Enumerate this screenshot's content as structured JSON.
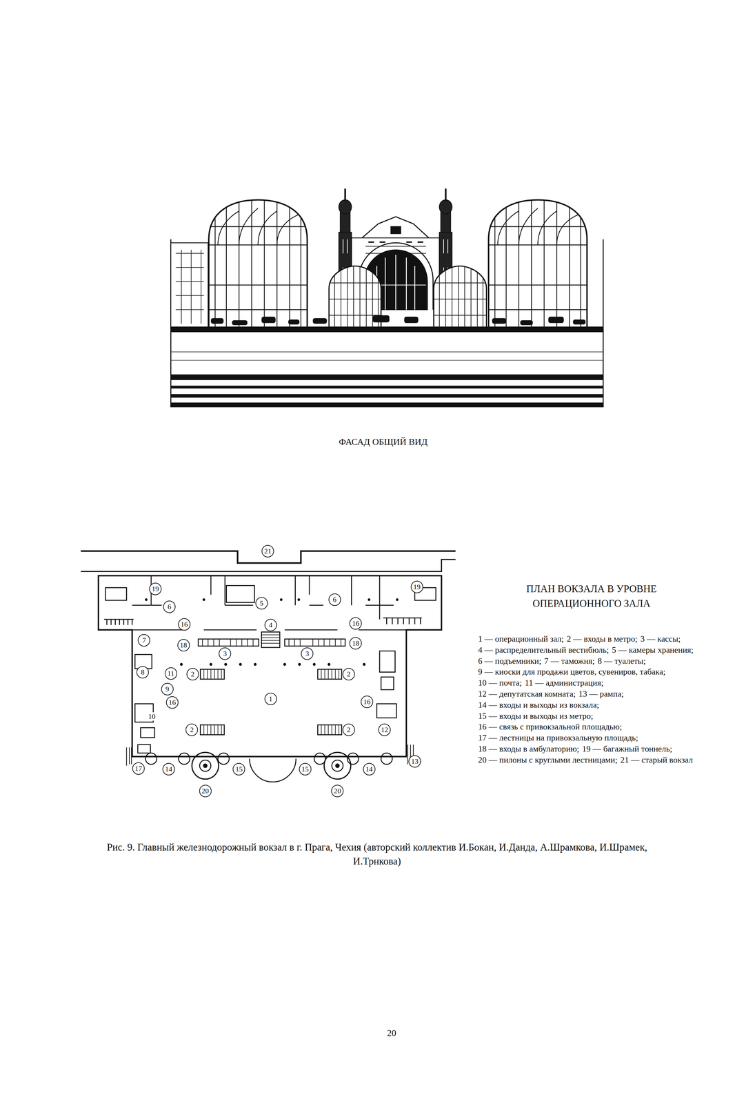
{
  "diagram": {
    "title": "ПЛАН ВОКЗАЛА В УРОВНЕ ОПЕРАЦИОННОГО ЗАЛА",
    "caption": "Рис. 9. Главный железнодорожный вокзал в г. Прага, Чехия (авторский коллектив И.Бокан, И.Данда, А.Шрамкова, И.Шрамек, И.Трнкова)",
    "nodes": [
      {
        "text": [
          "21"
        ]
      },
      {
        "text": [
          "19"
        ]
      },
      {
        "text": [
          "19"
        ]
      },
      {
        "text": [
          "6"
        ]
      },
      {
        "text": [
          "5"
        ]
      },
      {
        "text": [
          "6"
        ]
      },
      {
        "text": [
          "16"
        ]
      },
      {
        "text": [
          "4"
        ]
      },
      {
        "text": [
          "16"
        ]
      },
      {
        "text": [
          "7"
        ]
      },
      {
        "text": [
          "18"
        ]
      },
      {
        "text": [
          "18"
        ]
      },
      {
        "text": [
          "3"
        ]
      },
      {
        "text": [
          "3"
        ]
      },
      {
        "text": [
          "8"
        ]
      },
      {
        "text": [
          "11"
        ]
      },
      {
        "text": [
          "2"
        ]
      },
      {
        "text": [
          "2"
        ]
      },
      {
        "text": [
          "9"
        ]
      },
      {
        "text": [
          "1"
        ]
      },
      {
        "text": [
          "16"
        ]
      },
      {
        "text": [
          "16"
        ]
      },
      {
        "text": [
          "2"
        ]
      },
      {
        "text": [
          "2"
        ]
      },
      {
        "text": [
          "12"
        ]
      },
      {
        "text": [
          "13"
        ]
      },
      {
        "text": [
          "17"
        ]
      },
      {
        "text": [
          "14"
        ]
      },
      {
        "text": [
          "15"
        ]
      },
      {
        "text": [
          "15"
        ]
      },
      {
        "text": [
          "14"
        ]
      },
      {
        "text": [
          "20"
        ]
      },
      {
        "text": [
          "20"
        ]
      }
    ],
    "labels": [
      "ФАСАД ОБЩИЙ ВИД",
      "10",
      "1 — операционный зал;",
      "2 — входы в метро;",
      "3 — кассы;",
      "4 — распределительный вестибюль;",
      "5 — камеры хранения;",
      "6 — подъемники;",
      "7 — таможня;",
      "8 — туалеты;",
      "9 — киоски для продажи цветов, сувениров, табака;",
      "10 — почта;",
      "11 — администрация;",
      "12 — депутатская комната;",
      "13 — рампа;",
      "14 — входы и выходы из вокзала;",
      "15 — входы и выходы из метро;",
      "16 — связь с привокзальной площадью;",
      "17 — лестницы на привокзальную площадь;",
      "18 — входы в амбулаторию;",
      "19 — багажный тоннель;",
      "20 — пилоны с круглыми лестницами;",
      "21 — старый вокзал",
      "20"
    ]
  }
}
